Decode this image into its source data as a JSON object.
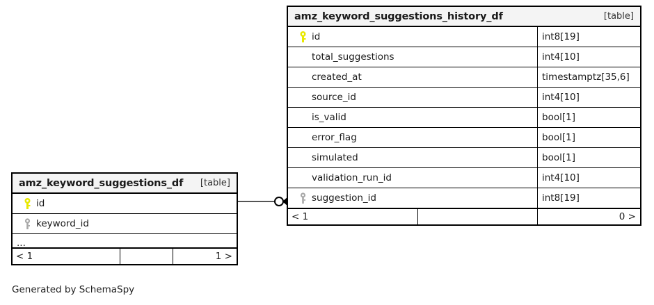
{
  "diagram": {
    "generator_text": "Generated by SchemaSpy",
    "table_tag": "[table]",
    "key_icons": {
      "primary": "primary-key-icon",
      "foreign": "foreign-key-icon"
    },
    "colors": {
      "primary_key": "#e8e800",
      "foreign_key": "#a8a8a8",
      "border": "#000000",
      "header_background": "#f4f4f4",
      "page_background": "#ffffff",
      "text": "#1a1a1a"
    }
  },
  "tables": {
    "child": {
      "name": "amz_keyword_suggestions_df",
      "tag": "[table]",
      "columns": [
        {
          "name": "id",
          "type": "",
          "key": "primary"
        },
        {
          "name": "keyword_id",
          "type": "",
          "key": "foreign"
        }
      ],
      "truncated_indicator": "...",
      "footer": {
        "left": "< 1",
        "middle": "",
        "right": "1 >"
      }
    },
    "parent": {
      "name": "amz_keyword_suggestions_history_df",
      "tag": "[table]",
      "columns": [
        {
          "name": "id",
          "type": "int8[19]",
          "key": "primary"
        },
        {
          "name": "total_suggestions",
          "type": "int4[10]",
          "key": "none"
        },
        {
          "name": "created_at",
          "type": "timestamptz[35,6]",
          "key": "none"
        },
        {
          "name": "source_id",
          "type": "int4[10]",
          "key": "none"
        },
        {
          "name": "is_valid",
          "type": "bool[1]",
          "key": "none"
        },
        {
          "name": "error_flag",
          "type": "bool[1]",
          "key": "none"
        },
        {
          "name": "simulated",
          "type": "bool[1]",
          "key": "none"
        },
        {
          "name": "validation_run_id",
          "type": "int4[10]",
          "key": "none"
        },
        {
          "name": "suggestion_id",
          "type": "int8[19]",
          "key": "foreign"
        }
      ],
      "footer": {
        "left": "< 1",
        "middle": "",
        "right": "0 >"
      }
    }
  },
  "relationship": {
    "from_table": "amz_keyword_suggestions_df",
    "from_column": "id",
    "to_table": "amz_keyword_suggestions_history_df",
    "to_column": "suggestion_id",
    "source_notation": "zero-or-one",
    "target_notation": "many"
  }
}
